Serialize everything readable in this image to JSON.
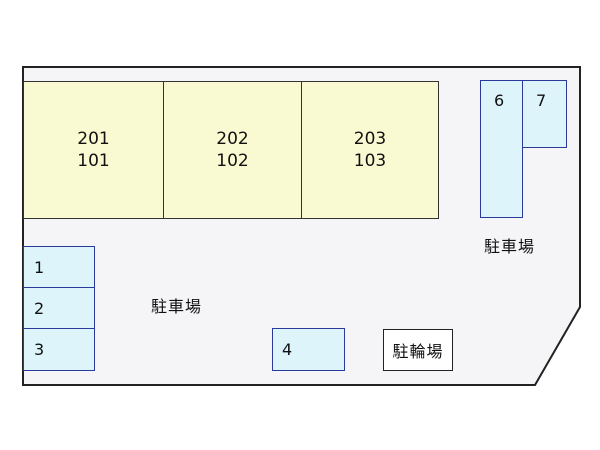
{
  "units": [
    {
      "upper": "201",
      "lower": "101"
    },
    {
      "upper": "202",
      "lower": "102"
    },
    {
      "upper": "203",
      "lower": "103"
    }
  ],
  "parking_spaces": [
    "1",
    "2",
    "3",
    "4",
    "6",
    "7"
  ],
  "labels": {
    "parking_main": "駐車場",
    "parking_right": "駐車場",
    "bicycle_parking": "駐輪場"
  },
  "colors": {
    "unit_fill": "#fafad2",
    "space_fill": "#ddf4fb",
    "space_border": "#2a3a9a",
    "lot_fill": "#f5f5f7"
  }
}
